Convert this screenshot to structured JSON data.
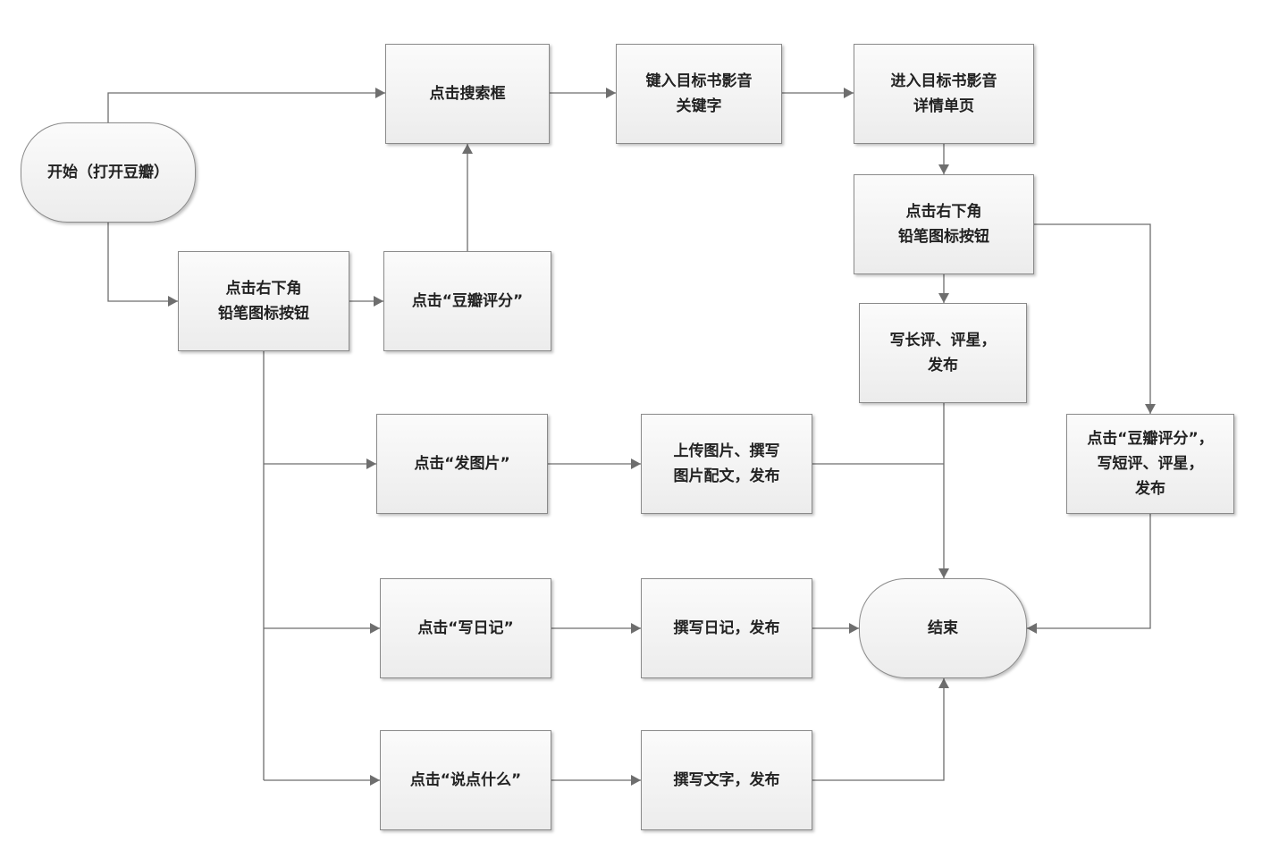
{
  "diagram": {
    "nodes": [
      {
        "id": "start",
        "label": "开始（打开豆瓣）",
        "shape": "rounded"
      },
      {
        "id": "search",
        "label": "点击搜索框",
        "shape": "rect"
      },
      {
        "id": "keyword",
        "label": "键入目标书影音\n关键字",
        "shape": "rect"
      },
      {
        "id": "detail",
        "label": "进入目标书影音\n详情单页",
        "shape": "rect"
      },
      {
        "id": "pencil-right",
        "label": "点击右下角\n铅笔图标按钮",
        "shape": "rect"
      },
      {
        "id": "long-review",
        "label": "写长评、评星，\n发布",
        "shape": "rect"
      },
      {
        "id": "pencil-left",
        "label": "点击右下角\n铅笔图标按钮",
        "shape": "rect"
      },
      {
        "id": "rating",
        "label": "点击“豆瓣评分”",
        "shape": "rect"
      },
      {
        "id": "post-photo",
        "label": "点击“发图片”",
        "shape": "rect"
      },
      {
        "id": "upload-photo",
        "label": "上传图片、撰写\n图片配文，发布",
        "shape": "rect"
      },
      {
        "id": "short-review",
        "label": "点击“豆瓣评分”，\n写短评、评星，\n发布",
        "shape": "rect"
      },
      {
        "id": "diary",
        "label": "点击“写日记”",
        "shape": "rect"
      },
      {
        "id": "write-diary",
        "label": "撰写日记，发布",
        "shape": "rect"
      },
      {
        "id": "end",
        "label": "结束",
        "shape": "rounded"
      },
      {
        "id": "say",
        "label": "点击“说点什么”",
        "shape": "rect"
      },
      {
        "id": "write-text",
        "label": "撰写文字，发布",
        "shape": "rect"
      }
    ],
    "edges": [
      {
        "from": "start",
        "to": "search"
      },
      {
        "from": "start",
        "to": "pencil-left"
      },
      {
        "from": "search",
        "to": "keyword"
      },
      {
        "from": "keyword",
        "to": "detail"
      },
      {
        "from": "detail",
        "to": "pencil-right"
      },
      {
        "from": "pencil-right",
        "to": "long-review"
      },
      {
        "from": "pencil-right",
        "to": "short-review"
      },
      {
        "from": "pencil-left",
        "to": "rating"
      },
      {
        "from": "rating",
        "to": "search"
      },
      {
        "from": "pencil-left",
        "to": "post-photo"
      },
      {
        "from": "pencil-left",
        "to": "diary"
      },
      {
        "from": "pencil-left",
        "to": "say"
      },
      {
        "from": "post-photo",
        "to": "upload-photo"
      },
      {
        "from": "diary",
        "to": "write-diary"
      },
      {
        "from": "say",
        "to": "write-text"
      },
      {
        "from": "long-review",
        "to": "end"
      },
      {
        "from": "upload-photo",
        "to": "end"
      },
      {
        "from": "write-diary",
        "to": "end"
      },
      {
        "from": "write-text",
        "to": "end"
      },
      {
        "from": "short-review",
        "to": "end"
      }
    ],
    "colors": {
      "node_fill": "#f2f2f2",
      "node_border": "#8a8a8a",
      "line": "#6e6e6e",
      "text": "#222222"
    }
  }
}
